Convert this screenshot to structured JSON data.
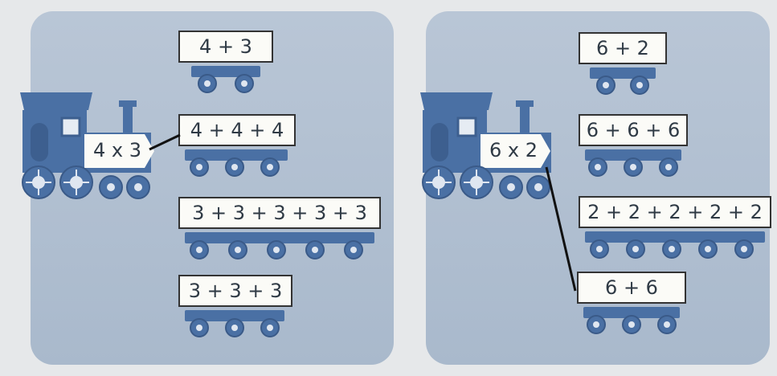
{
  "left_panel": {
    "engine_label": "4 x 3",
    "cars": [
      "4 + 3",
      "4 + 4 + 4",
      "3 + 3 + 3 + 3 + 3",
      "3 + 3 + 3"
    ]
  },
  "right_panel": {
    "engine_label": "6 x 2",
    "cars": [
      "6 + 2",
      "6 + 6 + 6",
      "2 + 2 + 2 + 2 + 2",
      "6 + 6"
    ]
  },
  "colors": {
    "panel": "#b0bfd1",
    "train_blue": "#4a70a4",
    "label_bg": "#fbfbf7"
  }
}
